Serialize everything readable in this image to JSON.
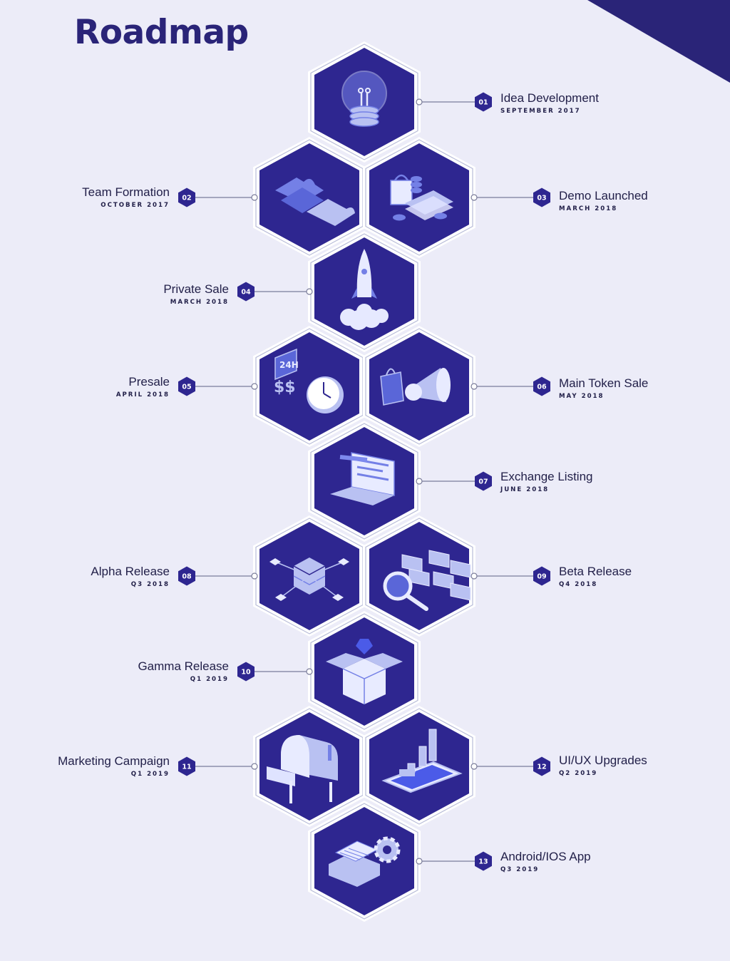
{
  "title": "Roadmap",
  "colors": {
    "background": "#ececf8",
    "hex_fill": "#2e2690",
    "hex_outline": "#ffffff",
    "badge": "#2e2690",
    "accent": "#2a2478",
    "icon_light": "#b9c1f2",
    "icon_mid": "#7480e6"
  },
  "milestones": [
    {
      "number": "01",
      "name": "Idea Development",
      "date": "SEPTEMBER 2017",
      "side": "right",
      "icon": "lightbulb-icon"
    },
    {
      "number": "02",
      "name": "Team Formation",
      "date": "OCTOBER  2017",
      "side": "left",
      "icon": "puzzle-icon"
    },
    {
      "number": "03",
      "name": "Demo Launched",
      "date": "MARCH   2018",
      "side": "right",
      "icon": "money-bag-icon"
    },
    {
      "number": "04",
      "name": "Private Sale",
      "date": "MARCH   2018",
      "side": "left",
      "icon": "rocket-icon"
    },
    {
      "number": "05",
      "name": "Presale",
      "date": "APRIL 2018",
      "side": "left",
      "icon": "clock-icon"
    },
    {
      "number": "06",
      "name": "Main Token Sale",
      "date": "MAY 2018",
      "side": "right",
      "icon": "megaphone-icon"
    },
    {
      "number": "07",
      "name": "Exchange Listing",
      "date": "JUNE 2018",
      "side": "right",
      "icon": "laptop-icon"
    },
    {
      "number": "08",
      "name": "Alpha Release",
      "date": "Q3 2018",
      "side": "left",
      "icon": "server-network-icon"
    },
    {
      "number": "09",
      "name": "Beta Release",
      "date": "Q4 2018",
      "side": "right",
      "icon": "magnifier-icon"
    },
    {
      "number": "10",
      "name": "Gamma Release",
      "date": "Q1 2019",
      "side": "left",
      "icon": "gem-box-icon"
    },
    {
      "number": "11",
      "name": "Marketing Campaign",
      "date": "Q1 2019",
      "side": "left",
      "icon": "mailbox-icon"
    },
    {
      "number": "12",
      "name": "UI/UX Upgrades",
      "date": "Q2 2019",
      "side": "right",
      "icon": "chart-tablet-icon"
    },
    {
      "number": "13",
      "name": "Android/IOS App",
      "date": "Q3 2019",
      "side": "right",
      "icon": "gear-calendar-icon"
    }
  ]
}
